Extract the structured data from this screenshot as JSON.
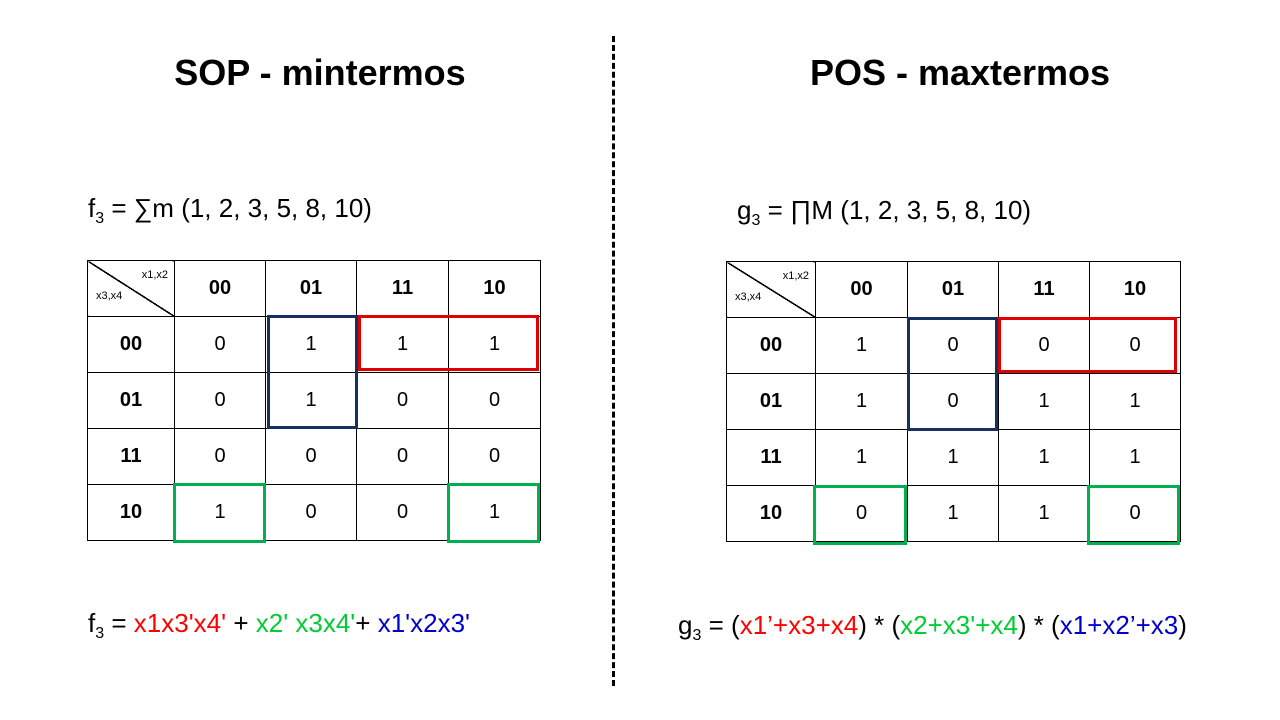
{
  "sop": {
    "title": "SOP - mintermos",
    "def": {
      "fname": "f",
      "sub": "3",
      "rest": " = ∑m (1, 2, 3, 5, 8, 10)"
    },
    "table": {
      "corner_top": "x1,x2",
      "corner_bottom": "x3,x4",
      "columns": [
        "00",
        "01",
        "11",
        "10"
      ],
      "rows": [
        {
          "label": "00",
          "cells": [
            "0",
            "1",
            "1",
            "1"
          ]
        },
        {
          "label": "01",
          "cells": [
            "0",
            "1",
            "0",
            "0"
          ]
        },
        {
          "label": "11",
          "cells": [
            "0",
            "0",
            "0",
            "0"
          ]
        },
        {
          "label": "10",
          "cells": [
            "1",
            "0",
            "0",
            "1"
          ]
        }
      ]
    },
    "result": {
      "fname": "f",
      "sub": "3",
      "eq": " = ",
      "t1": "x1x3'x4'",
      "plus1": " + ",
      "t2": "x2' x3x4'",
      "plus2": "+ ",
      "t3": "x1'x2x3'"
    }
  },
  "pos": {
    "title": "POS - maxtermos",
    "def": {
      "fname": "g",
      "sub": "3",
      "rest": " = ∏M (1, 2, 3, 5, 8, 10)"
    },
    "table": {
      "corner_top": "x1,x2",
      "corner_bottom": "x3,x4",
      "columns": [
        "00",
        "01",
        "11",
        "10"
      ],
      "rows": [
        {
          "label": "00",
          "cells": [
            "1",
            "0",
            "0",
            "0"
          ]
        },
        {
          "label": "01",
          "cells": [
            "1",
            "0",
            "1",
            "1"
          ]
        },
        {
          "label": "11",
          "cells": [
            "1",
            "1",
            "1",
            "1"
          ]
        },
        {
          "label": "10",
          "cells": [
            "0",
            "1",
            "1",
            "0"
          ]
        }
      ]
    },
    "result": {
      "fname": "g",
      "sub": "3",
      "eq": " = ",
      "op1": "(",
      "t1": "x1’+x3+x4",
      "op2": ") * (",
      "t2": "x2+x3'+x4",
      "op3": ") * (",
      "t3": "x1+x2’+x3",
      "op4": ")"
    }
  },
  "colors": {
    "red": "#ff0000",
    "green": "#00cc33",
    "blue": "#0000cc",
    "group_red": "#e00000",
    "group_green": "#00b050",
    "group_navy": "#17305f"
  }
}
